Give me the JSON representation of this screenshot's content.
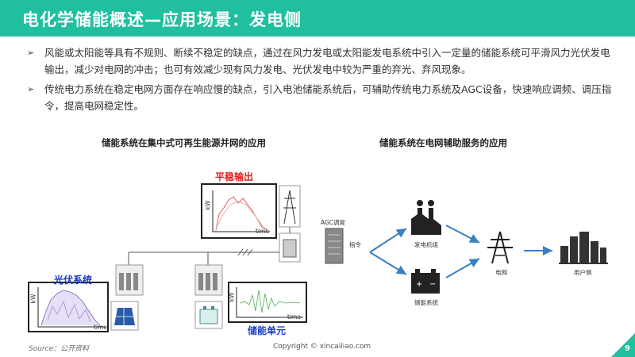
{
  "header": {
    "title": "电化学储能概述—应用场景：发电侧"
  },
  "bullets": [
    "风能或太阳能等具有不规则、断续不稳定的缺点，通过在风力发电或太阳能发电系统中引入一定量的储能系统可平滑风力光伏发电输出，减少对电网的冲击；也可有效减少现有风力发电、光伏发电中较为严重的弃光、弃风现象。",
    "传统电力系统在稳定电网方面存在响应慢的缺点，引入电池储能系统后，可辅助传统电力系统及AGC设备，快速响应调频、调压指令，提高电网稳定性。"
  ],
  "left_diagram": {
    "title": "储能系统在集中式可再生能源并网的应用",
    "smooth_output_label": "平稳输出",
    "pv_label": "光伏系统",
    "storage_label": "储能单元",
    "kw": "kW",
    "time": "time"
  },
  "right_diagram": {
    "title": "储能系统在电网辅助服务的应用",
    "agc_label": "AGC调度",
    "command_label": "指令",
    "generator_label": "发电机组",
    "storage_label": "储能系统",
    "grid_label": "电网",
    "user_label": "用户侧"
  },
  "footer": {
    "source": "Source：公开资料",
    "copyright": "Copyright © xincailiao.com",
    "page": "9"
  },
  "colors": {
    "accent": "#1fbf9f",
    "red": "#e02020",
    "blue": "#1a3cc8",
    "arrow": "#3a7fc1"
  }
}
